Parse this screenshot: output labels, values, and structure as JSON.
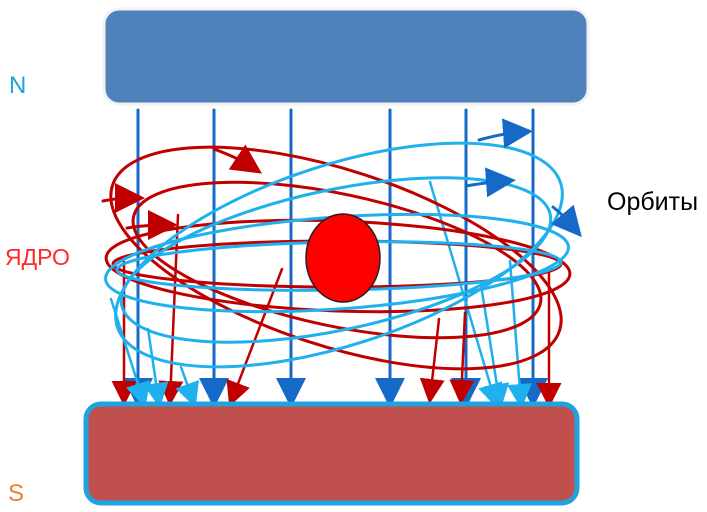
{
  "labels": {
    "north": "N",
    "nucleus": "ЯДРО",
    "orbits": "Орбиты",
    "south": "S"
  },
  "colors": {
    "north_pole_fill": "#4f81bd",
    "south_pole_fill": "#c0504d",
    "south_pole_border": "#1fa3e0",
    "field_line": "#1569c7",
    "field_line_light": "#1fb0ee",
    "nucleus_fill": "#ff0000",
    "red_orbit": "#c00000",
    "blue_orbit": "#1fb0ee",
    "north_label": "#1fa3e0",
    "nucleus_label": "#ff2a2a",
    "orbits_label": "#000000",
    "south_label": "#ed7d31"
  },
  "icons": {
    "north_pole": "magnet-pole-north",
    "south_pole": "magnet-pole-south",
    "nucleus": "nucleus-circle",
    "orbit": "elliptical-orbit",
    "field_line": "magnetic-field-arrow"
  }
}
